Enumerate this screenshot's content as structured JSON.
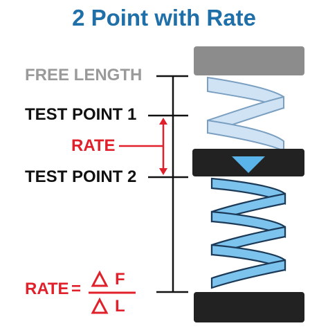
{
  "title": "2 Point with Rate",
  "labels": {
    "free_length": "FREE LENGTH",
    "test_point_1": "TEST POINT 1",
    "test_point_2": "TEST POINT 2",
    "rate": "RATE",
    "rate_formula_lhs": "RATE",
    "equals": "=",
    "numerator": "F",
    "denominator": "L"
  },
  "colors": {
    "title": "#1f6fa8",
    "rate_red": "#e0202a",
    "free_length_gray": "#9a9a9a",
    "spring_light": "#cfe3f5",
    "spring_blue": "#7cc3ee",
    "plate_dark": "#222222",
    "plate_top_gray": "#8c8c8c",
    "indicator_triangle": "#5ab4ea"
  },
  "icons": {
    "delta_symbol": "delta-triangle-icon",
    "indicator": "down-triangle-icon"
  }
}
